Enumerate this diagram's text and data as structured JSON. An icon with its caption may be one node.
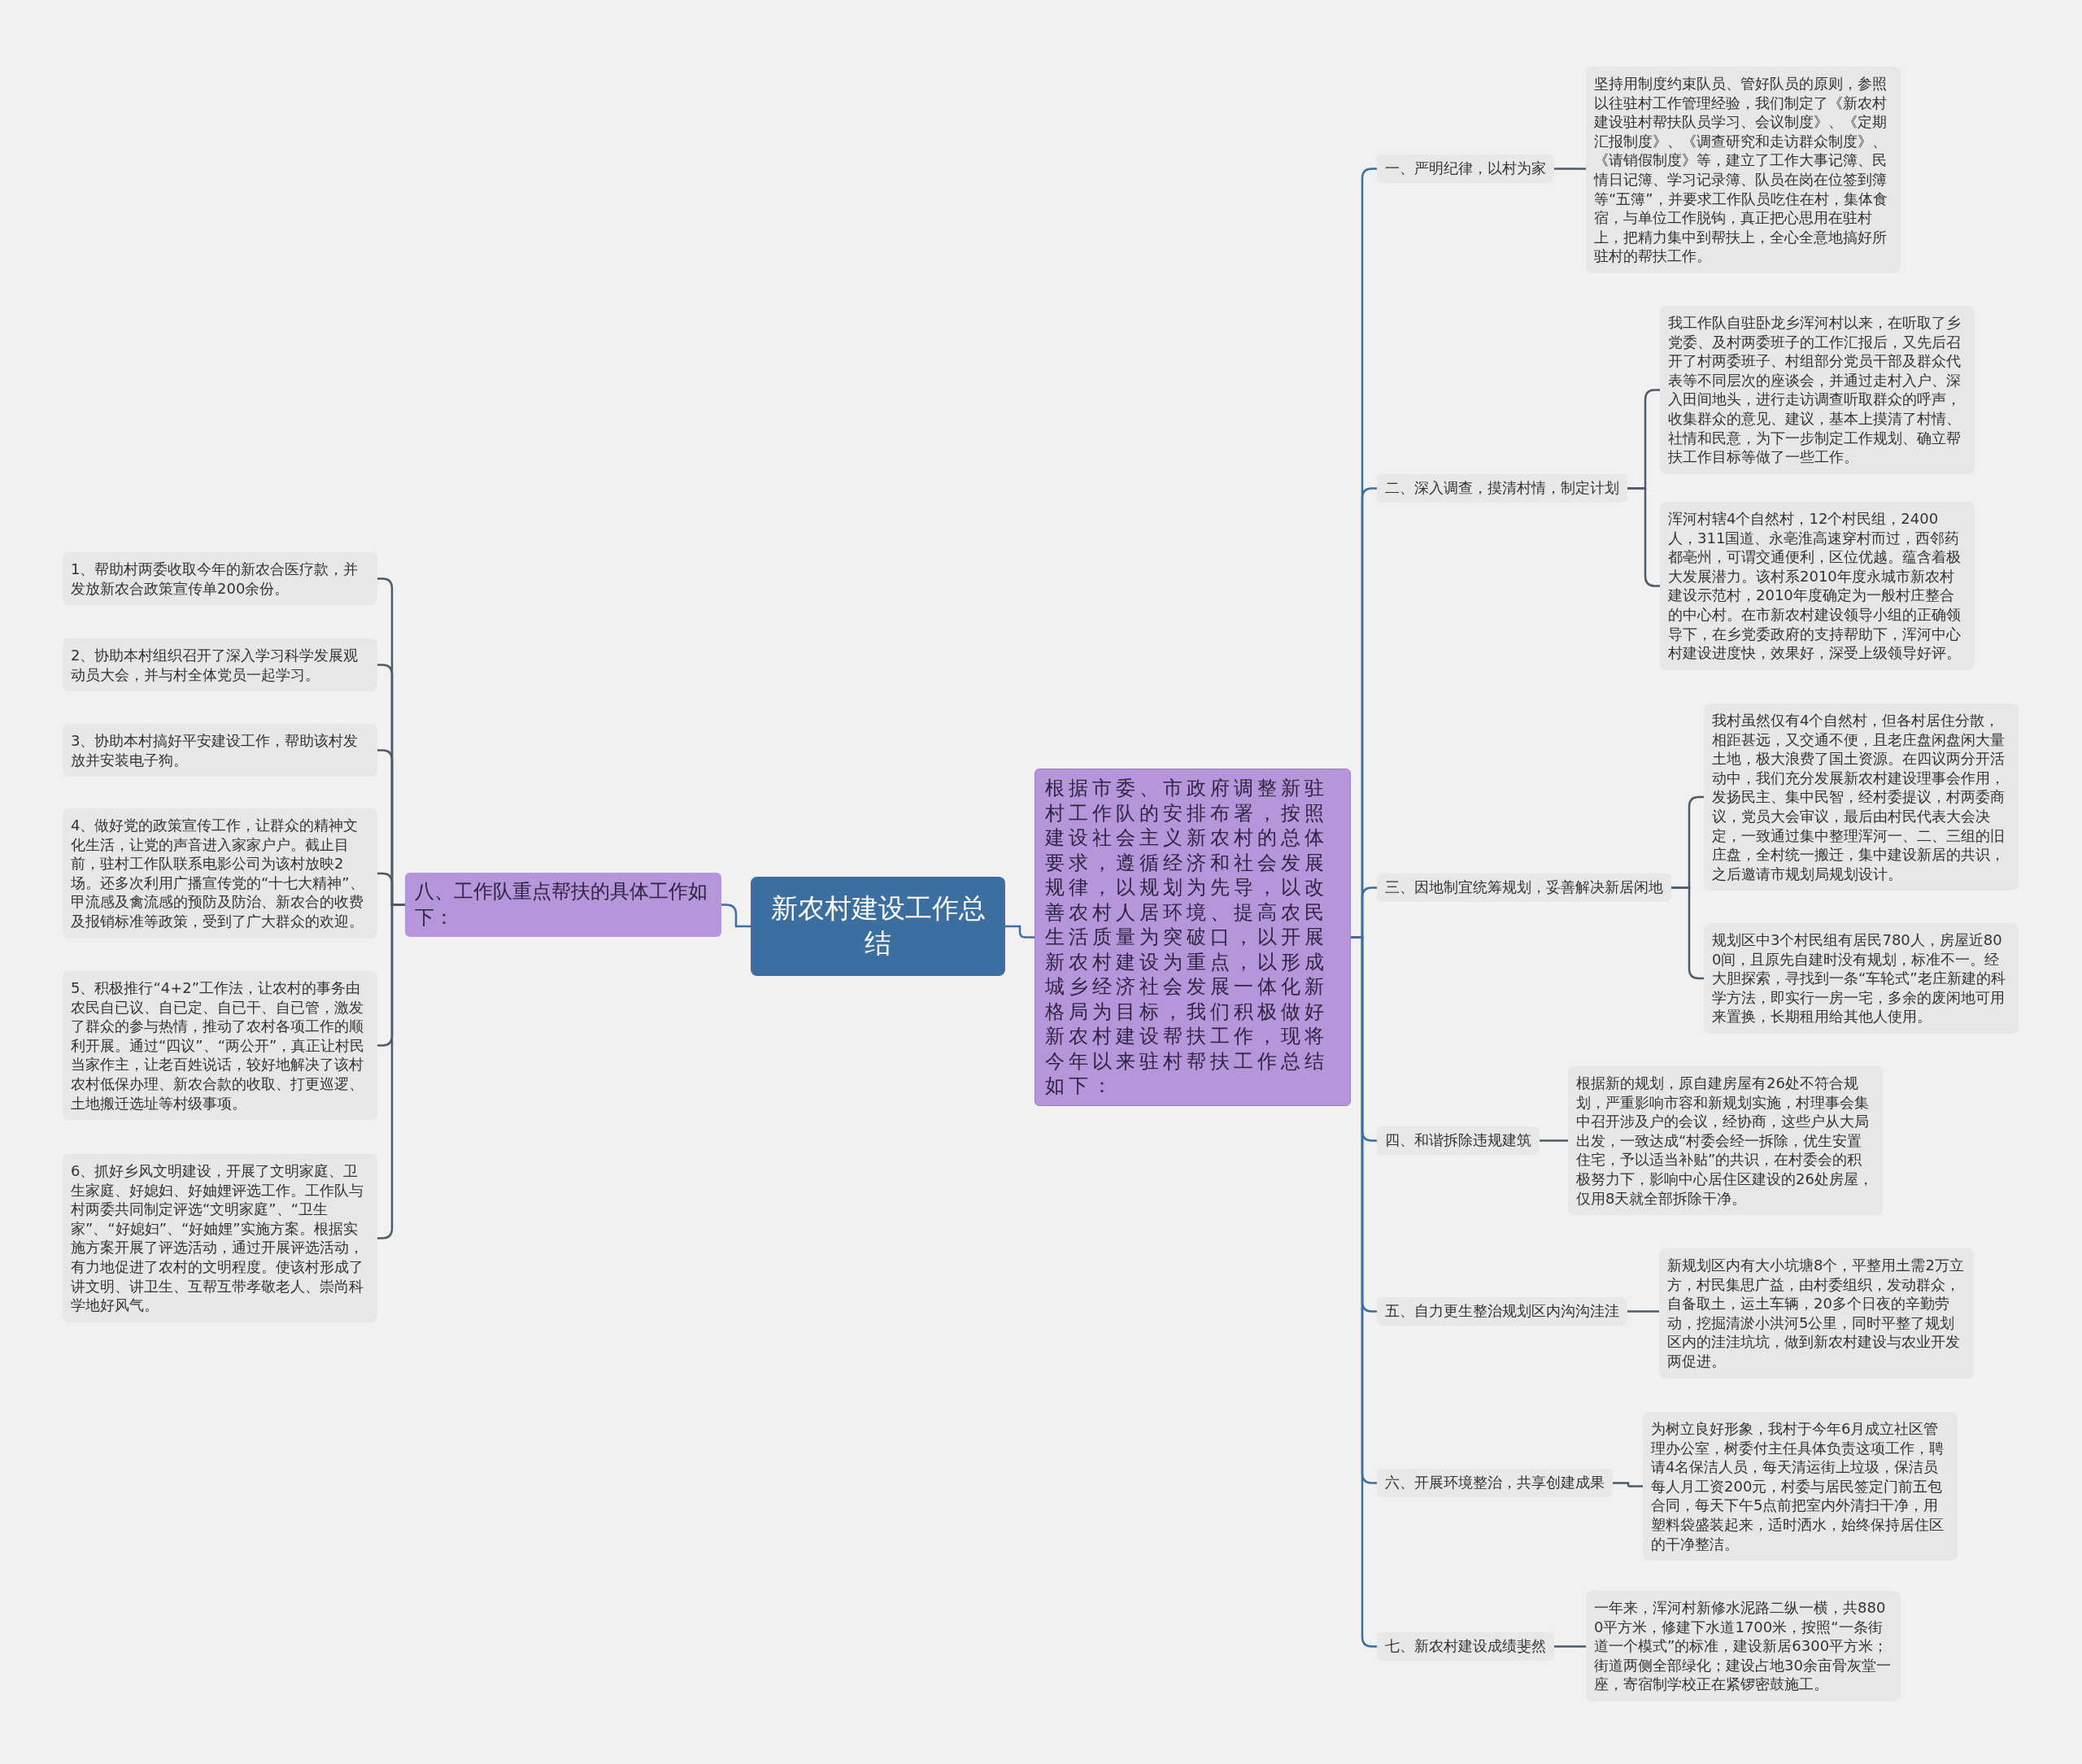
{
  "diagram": {
    "nodes": [
      {
        "text": [
          "新农村建设工作总结"
        ]
      },
      {
        "text": [
          "根据市委、市政府调整新驻村工作队的安排布署，按照建设社会主义新农村的总体要求，遵循经济和社会发展规律，以规划为先导，以改善农村人居环境、提高农民生活质量为突破口，以开展新农村建设为重点，以形成城乡经济社会发展一体化新格局为目标，我们积极做好新农村建设帮扶工作，现将今年以来驻村帮扶工作总结如下："
        ]
      },
      {
        "text": [
          "八、工作队重点帮扶的具体工作如下："
        ]
      },
      {
        "text": [
          "1、帮助村两委收取今年的新农合医疗款，并发放新农合政策宣传单200余份。"
        ]
      },
      {
        "text": [
          "2、协助本村组织召开了深入学习科学发展观动员大会，并与村全体党员一起学习。"
        ]
      },
      {
        "text": [
          "3、协助本村搞好平安建设工作，帮助该村发放并安装电子狗。"
        ]
      },
      {
        "text": [
          "4、做好党的政策宣传工作，让群众的精神文化生活，让党的声音进入家家户户。截止目前，驻村工作队联系电影公司为该村放映2场。还多次利用广播宣传党的“十七大精神”、甲流感及禽流感的预防及防治、新农合的收费及报销标准等政策，受到了广大群众的欢迎。"
        ]
      },
      {
        "text": [
          "5、积极推行“4+2”工作法，让农村的事务由农民自已议、自已定、自已干、自已管，激发了群众的参与热情，推动了农村各项工作的顺利开展。通过“四议”、“两公开”，真正让村民当家作主，让老百姓说话，较好地解决了该村农村低保办理、新农合款的收取、打更巡逻、土地搬迁选址等村级事项。"
        ]
      },
      {
        "text": [
          "6、抓好乡风文明建设，开展了文明家庭、卫生家庭、好媳妇、好妯娌评选工作。工作队与村两委共同制定评选“文明家庭”、“卫生家”、“好媳妇”、“好妯娌”实施方案。根据实施方案开展了评选活动，通过开展评选活动，有力地促进了农村的文明程度。使该村形成了讲文明、讲卫生、互帮互带孝敬老人、崇尚科学地好风气。"
        ]
      },
      {
        "text": [
          "一、严明纪律，以村为家"
        ]
      },
      {
        "text": [
          "坚持用制度约束队员、管好队员的原则，参照以往驻村工作管理经验，我们制定了《新农村建设驻村帮扶队员学习、会议制度》、《定期汇报制度》、《调查研究和走访群众制度》、《请销假制度》等，建立了工作大事记簿、民情日记簿、学习记录簿、队员在岗在位签到簿等“五簿”，并要求工作队员吃住在村，集体食宿，与单位工作脱钩，真正把心思用在驻村上，把精力集中到帮扶上，全心全意地搞好所驻村的帮扶工作。"
        ]
      },
      {
        "text": [
          "二、深入调查，摸清村情，制定计划"
        ]
      },
      {
        "text": [
          "我工作队自驻卧龙乡浑河村以来，在听取了乡党委、及村两委班子的工作汇报后，又先后召开了村两委班子、村组部分党员干部及群众代表等不同层次的座谈会，并通过走村入户、深入田间地头，进行走访调查听取群众的呼声，收集群众的意见、建议，基本上摸清了村情、社情和民意，为下一步制定工作规划、确立帮扶工作目标等做了一些工作。"
        ]
      },
      {
        "text": [
          "浑河村辖4个自然村，12个村民组，2400人，311国道、永亳淮高速穿村而过，西邻药都亳州，可谓交通便利，区位优越。蕴含着极大发展潜力。该村系2010年度永城市新农村建设示范村，2010年度确定为一般村庄整合的中心村。在市新农村建设领导小组的正确领导下，在乡党委政府的支持帮助下，浑河中心村建设进度快，效果好，深受上级领导好评。"
        ]
      },
      {
        "text": [
          "三、因地制宜统筹规划，妥善解决新居闲地"
        ]
      },
      {
        "text": [
          "我村虽然仅有4个自然村，但各村居住分散，相距甚远，又交通不便，且老庄盘闲盘闲大量土地，极大浪费了国土资源。在四议两分开活动中，我们充分发展新农村建设理事会作用，发扬民主、集中民智，经村委提议，村两委商议，党员大会审议，最后由村民代表大会决定，一致通过集中整理浑河一、二、三组的旧庄盘，全村统一搬迁，集中建设新居的共识，之后邀请市规划局规划设计。"
        ]
      },
      {
        "text": [
          "规划区中3个村民组有居民780人，房屋近800间，且原先自建时没有规划，标准不一。经大胆探索，寻找到一条“车轮式”老庄新建的科学方法，即实行一房一宅，多余的废闲地可用来置换，长期租用给其他人使用。"
        ]
      },
      {
        "text": [
          "四、和谐拆除违规建筑"
        ]
      },
      {
        "text": [
          "根据新的规划，原自建房屋有26处不符合规划，严重影响市容和新规划实施，村理事会集中召开涉及户的会议，经协商，这些户从大局出发，一致达成“村委会经一拆除，优生安置住宅，予以适当补贴”的共识，在村委会的积极努力下，影响中心居住区建设的26处房屋，仅用8天就全部拆除干净。"
        ]
      },
      {
        "text": [
          "五、自力更生整治规划区内沟沟洼洼"
        ]
      },
      {
        "text": [
          "新规划区内有大小坑塘8个，平整用土需2万立方，村民集思广益，由村委组织，发动群众，自备取土，运土车辆，20多个日夜的辛勤劳动，挖掘清淤小洪河5公里，同时平整了规划区内的洼洼坑坑，做到新农村建设与农业开发两促进。"
        ]
      },
      {
        "text": [
          "六、开展环境整治，共享创建成果"
        ]
      },
      {
        "text": [
          "为树立良好形象，我村于今年6月成立社区管理办公室，树委付主任具体负责这项工作，聘请4名保洁人员，每天清运街上垃圾，保洁员每人月工资200元，村委与居民签定门前五包合同，每天下午5点前把室内外清扫干净，用塑料袋盛装起来，适时洒水，始终保持居住区的干净整洁。"
        ]
      },
      {
        "text": [
          "七、新农村建设成绩斐然"
        ]
      },
      {
        "text": [
          "一年来，浑河村新修水泥路二纵一横，共8800平方米，修建下水道1700米，按照“一条街道一个模式”的标准，建设新居6300平方米；街道两侧全部绿化；建设占地30余亩骨灰堂一座，寄宿制学校正在紧锣密鼓施工。"
        ]
      }
    ],
    "edges": [
      {
        "from": 0,
        "to": 2,
        "arrow": "none",
        "color": "#3c6ea0"
      },
      {
        "from": 0,
        "to": 1,
        "arrow": "none",
        "color": "#3c6ea0"
      },
      {
        "from": 2,
        "to": 3,
        "arrow": "none"
      },
      {
        "from": 2,
        "to": 4,
        "arrow": "none"
      },
      {
        "from": 2,
        "to": 5,
        "arrow": "none"
      },
      {
        "from": 2,
        "to": 6,
        "arrow": "none"
      },
      {
        "from": 2,
        "to": 7,
        "arrow": "none"
      },
      {
        "from": 2,
        "to": 8,
        "arrow": "none"
      },
      {
        "from": 1,
        "to": 9,
        "arrow": "none",
        "color": "#3c6ea0"
      },
      {
        "from": 1,
        "to": 11,
        "arrow": "none",
        "color": "#3c6ea0"
      },
      {
        "from": 1,
        "to": 14,
        "arrow": "none",
        "color": "#3c6ea0"
      },
      {
        "from": 1,
        "to": 17,
        "arrow": "none",
        "color": "#3c6ea0"
      },
      {
        "from": 1,
        "to": 19,
        "arrow": "none",
        "color": "#3c6ea0"
      },
      {
        "from": 1,
        "to": 21,
        "arrow": "none",
        "color": "#3c6ea0"
      },
      {
        "from": 1,
        "to": 23,
        "arrow": "none",
        "color": "#3c6ea0"
      },
      {
        "from": 9,
        "to": 10,
        "arrow": "none"
      },
      {
        "from": 11,
        "to": 12,
        "arrow": "none"
      },
      {
        "from": 11,
        "to": 13,
        "arrow": "none"
      },
      {
        "from": 14,
        "to": 15,
        "arrow": "none"
      },
      {
        "from": 14,
        "to": 16,
        "arrow": "none"
      },
      {
        "from": 17,
        "to": 18,
        "arrow": "none"
      },
      {
        "from": 19,
        "to": 20,
        "arrow": "none"
      },
      {
        "from": 21,
        "to": 22,
        "arrow": "none"
      },
      {
        "from": 23,
        "to": 24,
        "arrow": "none"
      }
    ]
  }
}
